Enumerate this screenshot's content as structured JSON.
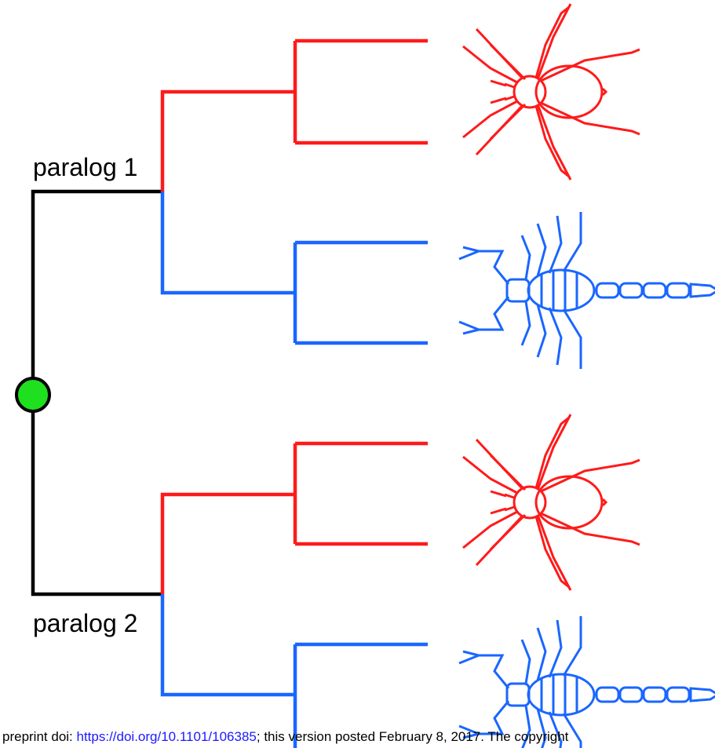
{
  "tree": {
    "paralog_labels": [
      "paralog 1",
      "paralog 2"
    ],
    "root_color": "#1fe01f",
    "trunk_color": "#000000",
    "spider_color": "#ff1a1a",
    "scorpion_color": "#1a66ff"
  },
  "taxa": [
    {
      "group": "paralog 1",
      "kind": "spider",
      "icon": "spider-icon"
    },
    {
      "group": "paralog 1",
      "kind": "scorpion",
      "icon": "scorpion-icon"
    },
    {
      "group": "paralog 2",
      "kind": "spider",
      "icon": "spider-icon"
    },
    {
      "group": "paralog 2",
      "kind": "scorpion",
      "icon": "scorpion-icon"
    }
  ],
  "footer": {
    "prefix": "preprint doi: ",
    "doi_link": "https://doi.org/10.1101/106385",
    "suffix": "; this version posted February 8, 2017. The copyright"
  }
}
